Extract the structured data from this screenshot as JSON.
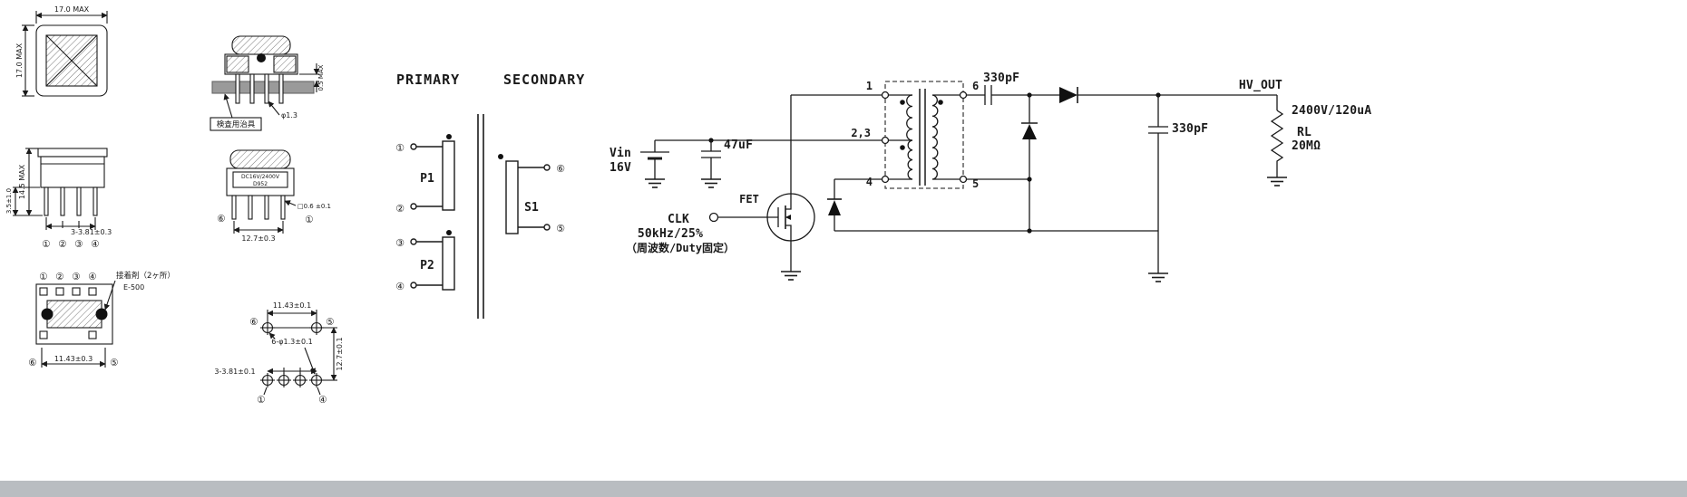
{
  "window": {
    "bg": "#ffffff",
    "bottom_bar_color": "#b9bdc1"
  },
  "colors": {
    "ink": "#1a1a1a",
    "vin_red": "#ff1212",
    "jig_grey": "#9a9a9a"
  },
  "mech": {
    "top_view": {
      "dim_width": "17.0 MAX",
      "dim_height": "17.0 MAX"
    },
    "side_view": {
      "dim_height": "14.5 MAX",
      "dim_pin_len": "3.5±1.0",
      "dim_pin_pitch": "3-3.81±0.3",
      "pins": {
        "p1": "①",
        "p2": "②",
        "p3": "③",
        "p4": "④"
      }
    },
    "bottom_view": {
      "pins_top": {
        "p1": "①",
        "p2": "②",
        "p3": "③",
        "p4": "④"
      },
      "adhesive_note": "接着剤（2ヶ所）",
      "adhesive_code": "E-500",
      "pin_left": "⑥",
      "pin_right": "⑤",
      "dim_width": "11.43±0.3"
    },
    "jig_view": {
      "dim_gap": "0.5 MAX",
      "dim_hole": "φ1.3",
      "jig_label": "検査用治具"
    },
    "front_view": {
      "part_rating": "DC16V/2400V",
      "part_number": "D952",
      "pin_left": "⑥",
      "pin_right": "①",
      "dim_pin_sq": "□0.6 ±0.1",
      "dim_width": "12.7±0.3"
    },
    "pin_layout": {
      "dim_top": "11.43±0.1",
      "hole_spec": "6-φ1.3±0.1",
      "dim_right": "12.7±0.1",
      "dim_bottom": "3-3.81±0.1",
      "pin_tl": "⑥",
      "pin_tr": "⑤",
      "pin_bl": "①",
      "pin_br": "④"
    }
  },
  "winding": {
    "primary_header": "PRIMARY",
    "secondary_header": "SECONDARY",
    "p1_label": "P1",
    "p2_label": "P2",
    "s1_label": "S1",
    "pin1": "①",
    "pin2": "②",
    "pin3": "③",
    "pin4": "④",
    "pin5": "⑤",
    "pin6": "⑥"
  },
  "schematic": {
    "vin_label": "Vin",
    "vin_value": "16V",
    "input_cap": "47uF",
    "xfmr_pins": {
      "p1": "1",
      "p23": "2,3",
      "p4": "4",
      "p6": "6",
      "p5": "5"
    },
    "resonant_cap": "330pF",
    "output_cap": "330pF",
    "output_label": "HV_OUT",
    "output_spec": "2400V/120uA",
    "load_name": "RL",
    "load_value": "20MΩ",
    "fet_label": "FET",
    "clk_label": "CLK",
    "clk_spec": "50kHz/25%",
    "clk_note": "（周波数/Duty固定）"
  }
}
